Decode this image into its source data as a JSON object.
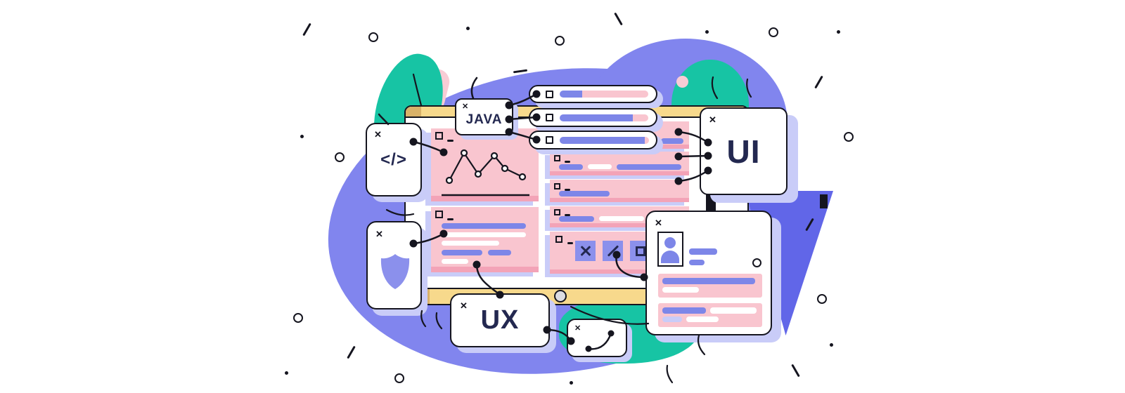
{
  "scene": "ui-ux-design-concept-illustration",
  "labels": {
    "java_tag": "JAVA",
    "ui_tag": "UI",
    "ux_tag": "UX",
    "code_tag": "</>"
  },
  "symbols": {
    "close": "✕"
  },
  "colors": {
    "blob_purple": "#8185ee",
    "dark_purple": "#6166e8",
    "shadow_lavender": "#c9ccf8",
    "accent_teal": "#17c4a4",
    "panel_pink": "#f9c5cf",
    "panel_pink_dark": "#f3a3b7",
    "line_purple": "#7d86e8",
    "icon_purple": "#8b90ec",
    "titlebar_yellow": "#f7d98c",
    "ink_outline": "#15151f",
    "text_navy": "#232850"
  },
  "depicted_icons": [
    "close-icon",
    "checkbox-icon",
    "line-chart-icon",
    "shield-icon",
    "code-icon",
    "avatar-icon",
    "x-square-icon",
    "slash-square-icon",
    "square-outline-icon",
    "curve-path-icon",
    "home-circle-button"
  ]
}
